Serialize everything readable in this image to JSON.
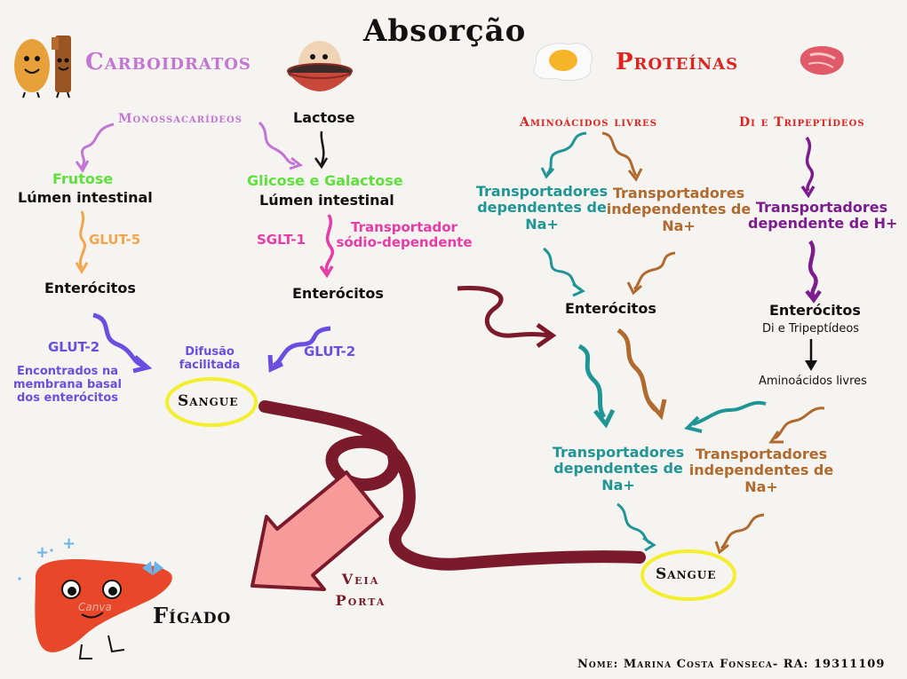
{
  "title": "Absorção",
  "sections": {
    "carb": "Carboidratos",
    "prot": "Proteínas"
  },
  "carb": {
    "monossacarideos": "Monossacarídeos",
    "lactose": "Lactose",
    "frutose": "Frutose",
    "lumen1": "Lúmen intestinal",
    "glicose": "Glicose e Galactose",
    "lumen2": "Lúmen intestinal",
    "glut5": "GLUT-5",
    "sglt1": "SGLT-1",
    "transp_sodio_1": "Transportador",
    "transp_sodio_2": "sódio-dependente",
    "enterocitos1": "Enterócitos",
    "enterocitos2": "Enterócitos",
    "glut2_left": "GLUT-2",
    "glut2_right": "GLUT-2",
    "membrana_1": "Encontrados na",
    "membrana_2": "membrana basal",
    "membrana_3": "dos enterócitos",
    "difusao_1": "Difusão",
    "difusao_2": "facilitada",
    "sangue": "Sangue"
  },
  "prot": {
    "aminoacidos_livres": "Aminoácidos livres",
    "di_tripeptideos": "Di e Tripeptídeos",
    "dep_na_top_1": "Transportadores",
    "dep_na_top_2": "dependentes de",
    "dep_na_top_3": "Na+",
    "indep_na_top_1": "Transportadores",
    "indep_na_top_2": "independentes de",
    "indep_na_top_3": "Na+",
    "dep_h_1": "Transportadores",
    "dep_h_2": "dependente de H+",
    "enterocitos_mid": "Enterócitos",
    "enterocitos_right": "Enterócitos",
    "di_tri_small": "Di e Tripeptídeos",
    "aminoacidos_small": "Aminoácidos livres",
    "dep_na_bot_1": "Transportadores",
    "dep_na_bot_2": "dependentes de",
    "dep_na_bot_3": "Na+",
    "indep_na_bot_1": "Transportadores",
    "indep_na_bot_2": "independentes de",
    "indep_na_bot_3": "Na+",
    "sangue": "Sangue"
  },
  "veia_porta_1": "Veia",
  "veia_porta_2": "Porta",
  "figado": "Fígado",
  "footer": "Nome: Marina Costa Fonseca- RA: 19311109",
  "liver_logo": "Canva",
  "colors": {
    "carb": "#c375d3",
    "prot": "#e0231f",
    "teal": "#1f9595",
    "brown": "#b06a2d",
    "purple": "#7d1b8f",
    "maroon": "#7a1a2a",
    "yellow_ring": "#f3ef2c",
    "arrow_pink": "#f79a9a"
  },
  "icons": [
    "potato-character-icon",
    "fries-character-icon",
    "bowl-character-icon",
    "fried-egg-icon",
    "steak-icon",
    "liver-character-icon"
  ]
}
